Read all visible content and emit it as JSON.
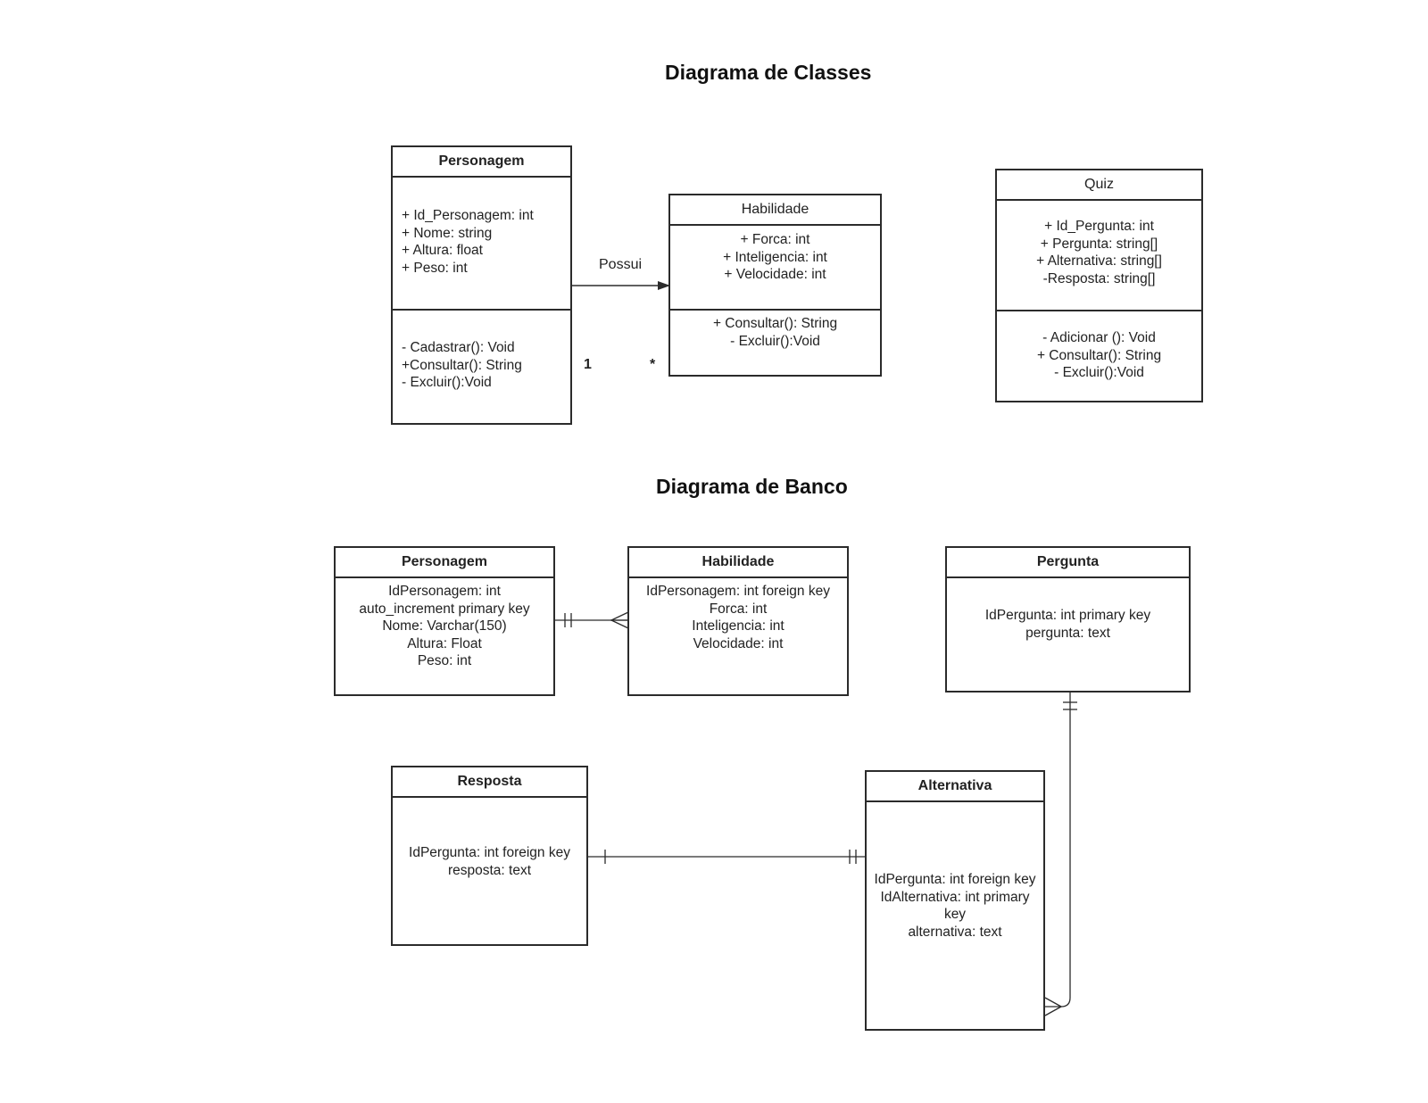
{
  "titles": {
    "classes": "Diagrama de Classes",
    "banco": "Diagrama de Banco"
  },
  "class_diagram": {
    "personagem": {
      "name": "Personagem",
      "attributes": [
        "+ Id_Personagem: int",
        "+ Nome: string",
        "+ Altura: float",
        "+ Peso: int"
      ],
      "methods": [
        "- Cadastrar(): Void",
        "+Consultar(): String",
        "- Excluir():Void"
      ]
    },
    "habilidade": {
      "name": "Habilidade",
      "attributes": [
        "+ Forca: int",
        "+ Inteligencia: int",
        "+ Velocidade: int"
      ],
      "methods": [
        "+ Consultar(): String",
        "- Excluir():Void"
      ]
    },
    "quiz": {
      "name": "Quiz",
      "attributes": [
        "+ Id_Pergunta: int",
        "+ Pergunta: string[]",
        "+ Alternativa: string[]",
        "-Resposta: string[]"
      ],
      "methods": [
        "- Adicionar (): Void",
        "+ Consultar(): String",
        "- Excluir():Void"
      ]
    },
    "association": {
      "label": "Possui",
      "source_multiplicity": "1",
      "target_multiplicity": "*"
    }
  },
  "db_diagram": {
    "personagem": {
      "name": "Personagem",
      "fields": [
        "IdPersonagem: int",
        "auto_increment primary key",
        "Nome: Varchar(150)",
        "Altura: Float",
        "Peso: int"
      ]
    },
    "habilidade": {
      "name": "Habilidade",
      "fields": [
        "IdPersonagem: int foreign key",
        "Forca: int",
        "Inteligencia: int",
        "Velocidade: int"
      ]
    },
    "pergunta": {
      "name": "Pergunta",
      "fields": [
        "IdPergunta: int primary key",
        "pergunta: text"
      ]
    },
    "resposta": {
      "name": "Resposta",
      "fields": [
        "IdPergunta: int foreign key",
        "resposta: text"
      ]
    },
    "alternativa": {
      "name": "Alternativa",
      "fields": [
        "IdPergunta: int foreign key",
        "IdAlternativa: int primary key",
        "alternativa: text"
      ]
    }
  }
}
